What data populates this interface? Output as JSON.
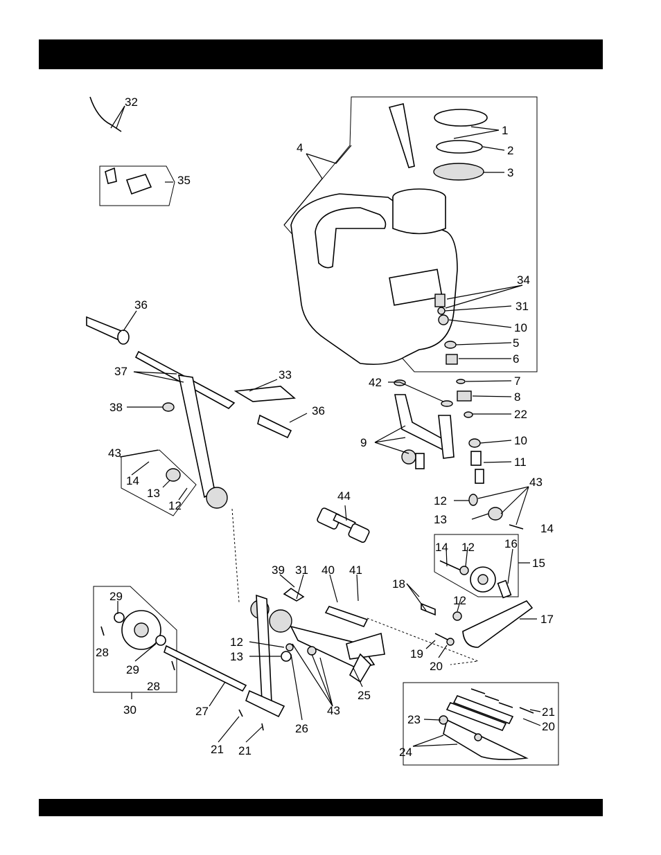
{
  "callouts": [
    {
      "id": "c1",
      "text": "1"
    },
    {
      "id": "c2",
      "text": "2"
    },
    {
      "id": "c3",
      "text": "3"
    },
    {
      "id": "c4",
      "text": "4"
    },
    {
      "id": "c5",
      "text": "5"
    },
    {
      "id": "c6",
      "text": "6"
    },
    {
      "id": "c7",
      "text": "7"
    },
    {
      "id": "c8",
      "text": "8"
    },
    {
      "id": "c9",
      "text": "9"
    },
    {
      "id": "c10a",
      "text": "10"
    },
    {
      "id": "c10b",
      "text": "10"
    },
    {
      "id": "c11",
      "text": "11"
    },
    {
      "id": "c12a",
      "text": "12"
    },
    {
      "id": "c12b",
      "text": "12"
    },
    {
      "id": "c12c",
      "text": "12"
    },
    {
      "id": "c12d",
      "text": "12"
    },
    {
      "id": "c12e",
      "text": "12"
    },
    {
      "id": "c13a",
      "text": "13"
    },
    {
      "id": "c13b",
      "text": "13"
    },
    {
      "id": "c13c",
      "text": "13"
    },
    {
      "id": "c14a",
      "text": "14"
    },
    {
      "id": "c14b",
      "text": "14"
    },
    {
      "id": "c14c",
      "text": "14"
    },
    {
      "id": "c15",
      "text": "15"
    },
    {
      "id": "c16",
      "text": "16"
    },
    {
      "id": "c17",
      "text": "17"
    },
    {
      "id": "c18",
      "text": "18"
    },
    {
      "id": "c19",
      "text": "19"
    },
    {
      "id": "c20a",
      "text": "20"
    },
    {
      "id": "c20b",
      "text": "20"
    },
    {
      "id": "c21a",
      "text": "21"
    },
    {
      "id": "c21b",
      "text": "21"
    },
    {
      "id": "c21c",
      "text": "21"
    },
    {
      "id": "c22",
      "text": "22"
    },
    {
      "id": "c23",
      "text": "23"
    },
    {
      "id": "c24",
      "text": "24"
    },
    {
      "id": "c25",
      "text": "25"
    },
    {
      "id": "c26",
      "text": "26"
    },
    {
      "id": "c27",
      "text": "27"
    },
    {
      "id": "c28a",
      "text": "28"
    },
    {
      "id": "c28b",
      "text": "28"
    },
    {
      "id": "c29a",
      "text": "29"
    },
    {
      "id": "c29b",
      "text": "29"
    },
    {
      "id": "c30",
      "text": "30"
    },
    {
      "id": "c31a",
      "text": "31"
    },
    {
      "id": "c31b",
      "text": "31"
    },
    {
      "id": "c32",
      "text": "32"
    },
    {
      "id": "c33",
      "text": "33"
    },
    {
      "id": "c34",
      "text": "34"
    },
    {
      "id": "c35",
      "text": "35"
    },
    {
      "id": "c36a",
      "text": "36"
    },
    {
      "id": "c36b",
      "text": "36"
    },
    {
      "id": "c37",
      "text": "37"
    },
    {
      "id": "c38",
      "text": "38"
    },
    {
      "id": "c39",
      "text": "39"
    },
    {
      "id": "c40",
      "text": "40"
    },
    {
      "id": "c41",
      "text": "41"
    },
    {
      "id": "c42",
      "text": "42"
    },
    {
      "id": "c43a",
      "text": "43"
    },
    {
      "id": "c43b",
      "text": "43"
    },
    {
      "id": "c43c",
      "text": "43"
    },
    {
      "id": "c44",
      "text": "44"
    }
  ]
}
